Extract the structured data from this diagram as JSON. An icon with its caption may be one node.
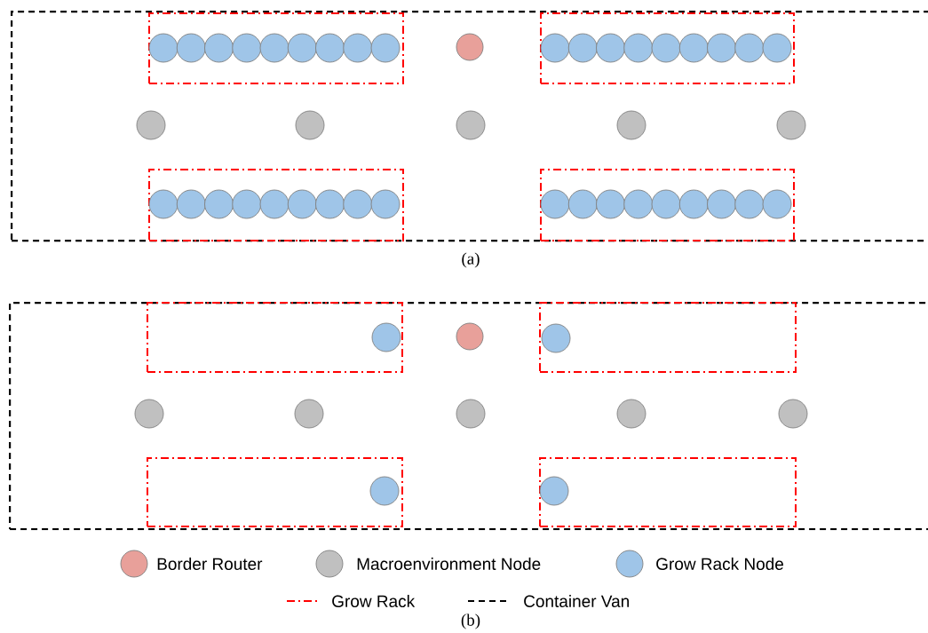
{
  "diagram": {
    "nodes": [
      {
        "text": [],
        "shape": "box"
      },
      {
        "text": [],
        "shape": "box",
        "in": 0
      },
      {
        "text": [],
        "shape": "circle",
        "in": 1
      },
      {
        "text": [],
        "shape": "circle",
        "in": 1
      },
      {
        "text": [],
        "shape": "circle",
        "in": 1
      },
      {
        "text": [],
        "shape": "circle",
        "in": 1
      },
      {
        "text": [],
        "shape": "circle",
        "in": 1
      },
      {
        "text": [],
        "shape": "circle",
        "in": 1
      },
      {
        "text": [],
        "shape": "circle",
        "in": 1
      },
      {
        "text": [],
        "shape": "circle",
        "in": 1
      },
      {
        "text": [],
        "shape": "circle",
        "in": 1
      },
      {
        "text": [],
        "shape": "circle",
        "in": 0
      },
      {
        "text": [],
        "shape": "box",
        "in": 0
      },
      {
        "text": [],
        "shape": "circle",
        "in": 12
      },
      {
        "text": [],
        "shape": "circle",
        "in": 12
      },
      {
        "text": [],
        "shape": "circle",
        "in": 12
      },
      {
        "text": [],
        "shape": "circle",
        "in": 12
      },
      {
        "text": [],
        "shape": "circle",
        "in": 12
      },
      {
        "text": [],
        "shape": "circle",
        "in": 12
      },
      {
        "text": [],
        "shape": "circle",
        "in": 12
      },
      {
        "text": [],
        "shape": "circle",
        "in": 12
      },
      {
        "text": [],
        "shape": "circle",
        "in": 12
      },
      {
        "text": [],
        "shape": "circle",
        "in": 0
      },
      {
        "text": [],
        "shape": "circle",
        "in": 0
      },
      {
        "text": [],
        "shape": "circle",
        "in": 0
      },
      {
        "text": [],
        "shape": "circle",
        "in": 0
      },
      {
        "text": [],
        "shape": "circle",
        "in": 0
      },
      {
        "text": [],
        "shape": "box",
        "in": 0
      },
      {
        "text": [],
        "shape": "circle",
        "in": 27
      },
      {
        "text": [],
        "shape": "circle",
        "in": 27
      },
      {
        "text": [],
        "shape": "circle",
        "in": 27
      },
      {
        "text": [],
        "shape": "circle",
        "in": 27
      },
      {
        "text": [],
        "shape": "circle",
        "in": 27
      },
      {
        "text": [],
        "shape": "circle",
        "in": 27
      },
      {
        "text": [],
        "shape": "circle",
        "in": 27
      },
      {
        "text": [],
        "shape": "circle",
        "in": 27
      },
      {
        "text": [],
        "shape": "circle",
        "in": 27
      },
      {
        "text": [],
        "shape": "box",
        "in": 0
      },
      {
        "text": [],
        "shape": "circle",
        "in": 37
      },
      {
        "text": [],
        "shape": "circle",
        "in": 37
      },
      {
        "text": [],
        "shape": "circle",
        "in": 37
      },
      {
        "text": [],
        "shape": "circle",
        "in": 37
      },
      {
        "text": [],
        "shape": "circle",
        "in": 37
      },
      {
        "text": [],
        "shape": "circle",
        "in": 37
      },
      {
        "text": [],
        "shape": "circle",
        "in": 37
      },
      {
        "text": [],
        "shape": "circle",
        "in": 37
      },
      {
        "text": [],
        "shape": "circle",
        "in": 37
      },
      {
        "text": [],
        "shape": "box"
      },
      {
        "text": [],
        "shape": "box",
        "in": 47
      },
      {
        "text": [],
        "shape": "circle",
        "in": 48
      },
      {
        "text": [],
        "shape": "circle",
        "in": 47
      },
      {
        "text": [],
        "shape": "box",
        "in": 47
      },
      {
        "text": [],
        "shape": "circle",
        "in": 51
      },
      {
        "text": [],
        "shape": "circle",
        "in": 47
      },
      {
        "text": [],
        "shape": "circle",
        "in": 47
      },
      {
        "text": [],
        "shape": "circle",
        "in": 47
      },
      {
        "text": [],
        "shape": "circle",
        "in": 47
      },
      {
        "text": [],
        "shape": "circle",
        "in": 47
      },
      {
        "text": [],
        "shape": "box",
        "in": 47
      },
      {
        "text": [],
        "shape": "circle",
        "in": 58
      },
      {
        "text": [],
        "shape": "box",
        "in": 47
      },
      {
        "text": [],
        "shape": "circle",
        "in": 60
      }
    ],
    "labels": [
      "(a)",
      "(b)"
    ],
    "legend": [
      {
        "text": "Border Router",
        "color": "#e8a09a"
      },
      {
        "text": "Macroenvironment Node",
        "color": "#c0c0c0"
      },
      {
        "text": "Grow Rack Node",
        "color": "#9fc5e8"
      },
      {
        "text": "Grow Rack"
      },
      {
        "text": "Container Van"
      }
    ]
  }
}
